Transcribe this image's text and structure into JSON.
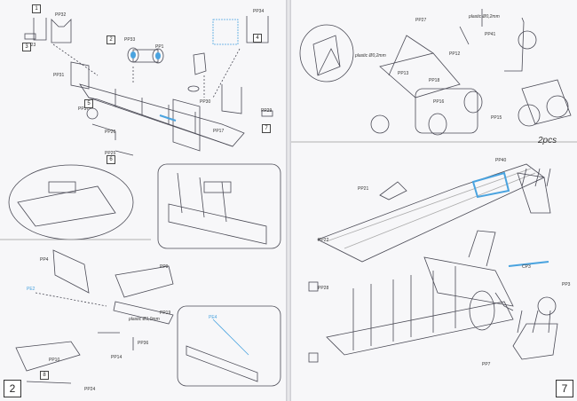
{
  "left_page": {
    "page_number": "2",
    "parts": [
      {
        "id": "PP32"
      },
      {
        "id": "PP23"
      },
      {
        "id": "PP33"
      },
      {
        "id": "PP1"
      },
      {
        "id": "PP34"
      },
      {
        "id": "PP31"
      },
      {
        "id": "PP37"
      },
      {
        "id": "PP26"
      },
      {
        "id": "PP25"
      },
      {
        "id": "PP17"
      },
      {
        "id": "PP30"
      },
      {
        "id": "PP29"
      },
      {
        "id": "PP4"
      },
      {
        "id": "PP9"
      },
      {
        "id": "PP19"
      },
      {
        "id": "PP10"
      },
      {
        "id": "PP14"
      },
      {
        "id": "PP24"
      },
      {
        "id": "PP36"
      },
      {
        "id": "PE2"
      },
      {
        "id": "PE4"
      }
    ],
    "plastic_note": "plastic Ø1,0mm",
    "step_markers": [
      "1",
      "2",
      "3",
      "4",
      "5",
      "6",
      "7",
      "8"
    ]
  },
  "right_page": {
    "page_number": "7",
    "parts": [
      {
        "id": "PP27"
      },
      {
        "id": "PP13"
      },
      {
        "id": "PP12"
      },
      {
        "id": "PP18"
      },
      {
        "id": "PP41"
      },
      {
        "id": "PP21"
      },
      {
        "id": "PP16"
      },
      {
        "id": "PP15"
      },
      {
        "id": "PP40"
      },
      {
        "id": "PP22"
      },
      {
        "id": "PP28"
      },
      {
        "id": "PP3"
      },
      {
        "id": "PP7"
      },
      {
        "id": "CP3"
      }
    ],
    "plastic_notes": [
      "plastic Ø0,2mm",
      "plastic Ø0,2mm"
    ],
    "quantity_note": "2pcs"
  },
  "colors": {
    "line": "#4a4a55",
    "accent_blue": "#4aa3df",
    "paper": "#f7f7f9"
  }
}
